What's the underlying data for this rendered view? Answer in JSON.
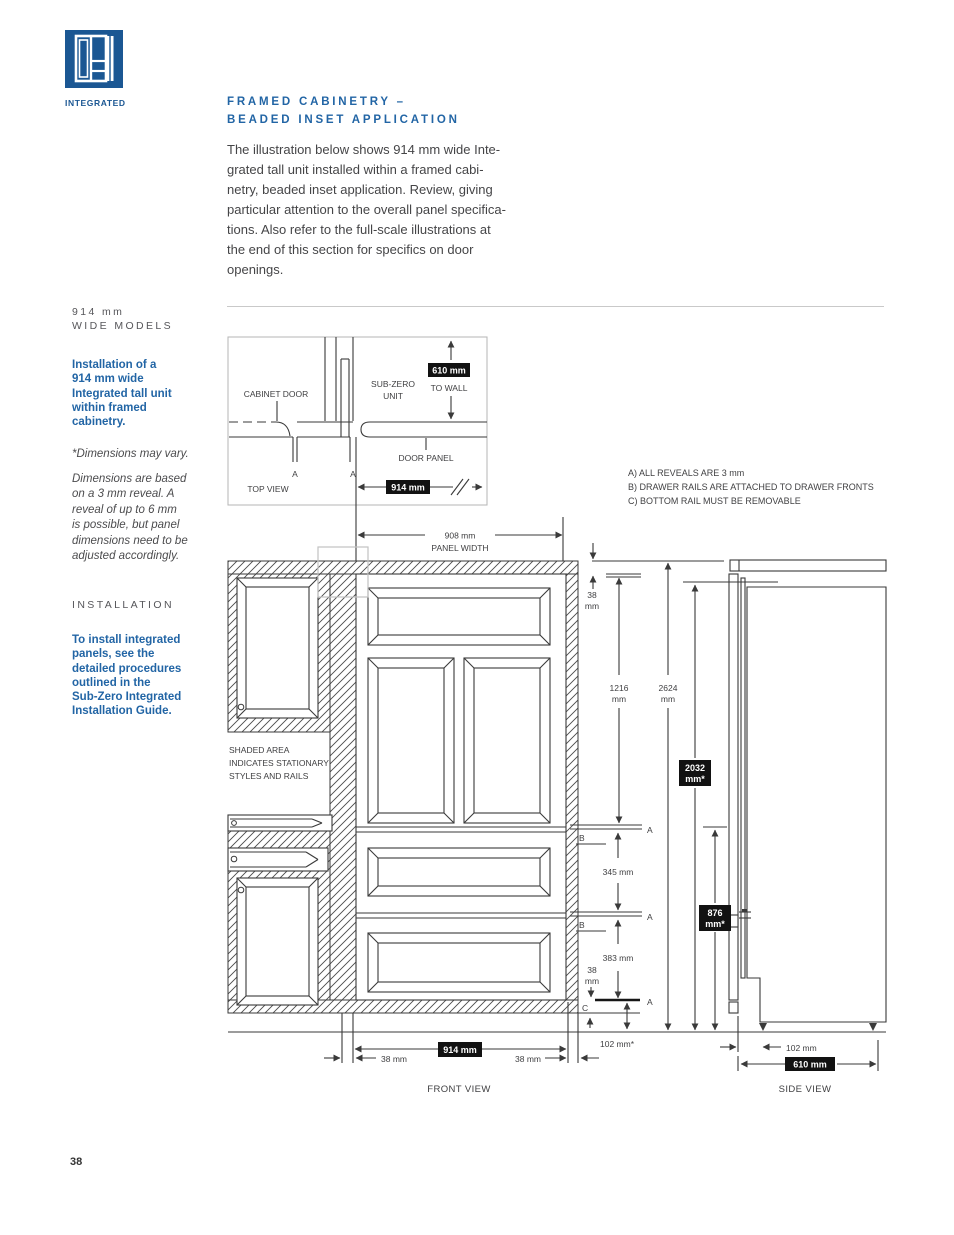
{
  "page": {
    "number": "38"
  },
  "logo": {
    "label": "INTEGRATED"
  },
  "header": {
    "title": "FRAMED CABINETRY –\nBEADED INSET APPLICATION"
  },
  "intro": {
    "text": "The illustration below shows 914 mm wide Inte-\ngrated tall unit installed within a framed cabi-\nnetry, beaded inset application. Review, giving\nparticular attention to the overall panel specifica-\ntions. Also refer to the full-scale illustrations at\nthe end of this section for specifics on door\nopenings."
  },
  "sidebar": {
    "models_header": "914 mm\nWIDE MODELS",
    "install_note": "Installation of a\n914 mm wide\nIntegrated tall unit\nwithin framed\ncabinetry.",
    "vary_note": "*Dimensions may vary.",
    "reveal_note": "Dimensions are based\non a 3 mm reveal. A\nreveal of up to 6 mm\nis possible, but panel\ndimensions need to be\nadjusted accordingly.",
    "installation_header": "INSTALLATION",
    "installation_note": "To install integrated\npanels, see the\ndetailed procedures\noutlined in the\nSub-Zero Integrated\nInstallation Guide."
  },
  "notes": {
    "a": "A)  ALL REVEALS ARE 3 mm",
    "b": "B)  DRAWER RAILS ARE ATTACHED TO DRAWER FRONTS",
    "c": "C)  BOTTOM RAIL MUST BE REMOVABLE"
  },
  "markers": {
    "a": "A",
    "b": "B",
    "c": "C"
  },
  "top_view": {
    "cabinet_door": "CABINET DOOR",
    "unit_line1": "SUB-ZERO",
    "unit_line2": "UNIT",
    "to_wall_badge": "610 mm",
    "to_wall_label": "TO WALL",
    "door_panel": "DOOR PANEL",
    "view_label": "TOP VIEW",
    "width_badge": "914 mm"
  },
  "front_view": {
    "panel_width_value": "908 mm",
    "panel_width_label": "PANEL WIDTH",
    "shaded_line1": "SHADED AREA",
    "shaded_line2": "INDICATES STATIONARY",
    "shaded_line3": "STYLES AND RAILS",
    "top_reveal": {
      "value": "38",
      "unit": "mm"
    },
    "upper_section": {
      "value": "1216",
      "unit": "mm"
    },
    "overall_height": {
      "value": "2624",
      "unit": "mm"
    },
    "drawer1_height": "345 mm",
    "drawer2_height": "383 mm",
    "bottom_reveal": {
      "value": "38",
      "unit": "mm"
    },
    "toe_height": "102 mm*",
    "width_badge": "914 mm",
    "left_stile": "38 mm",
    "right_stile": "38 mm",
    "view_label": "FRONT VIEW"
  },
  "side_view": {
    "panel_height_badge": {
      "value": "2032",
      "unit": "mm*"
    },
    "lower_panel_badge": {
      "value": "876",
      "unit": "mm*"
    },
    "toe_depth": "102 mm",
    "depth_badge": "610 mm",
    "view_label": "SIDE VIEW"
  },
  "colors": {
    "brand_blue": "#1b5793",
    "heading_blue": "#2265a5",
    "text_gray": "#4a4a4c",
    "line": "#3a3a3a",
    "badge_bg": "#121212"
  }
}
